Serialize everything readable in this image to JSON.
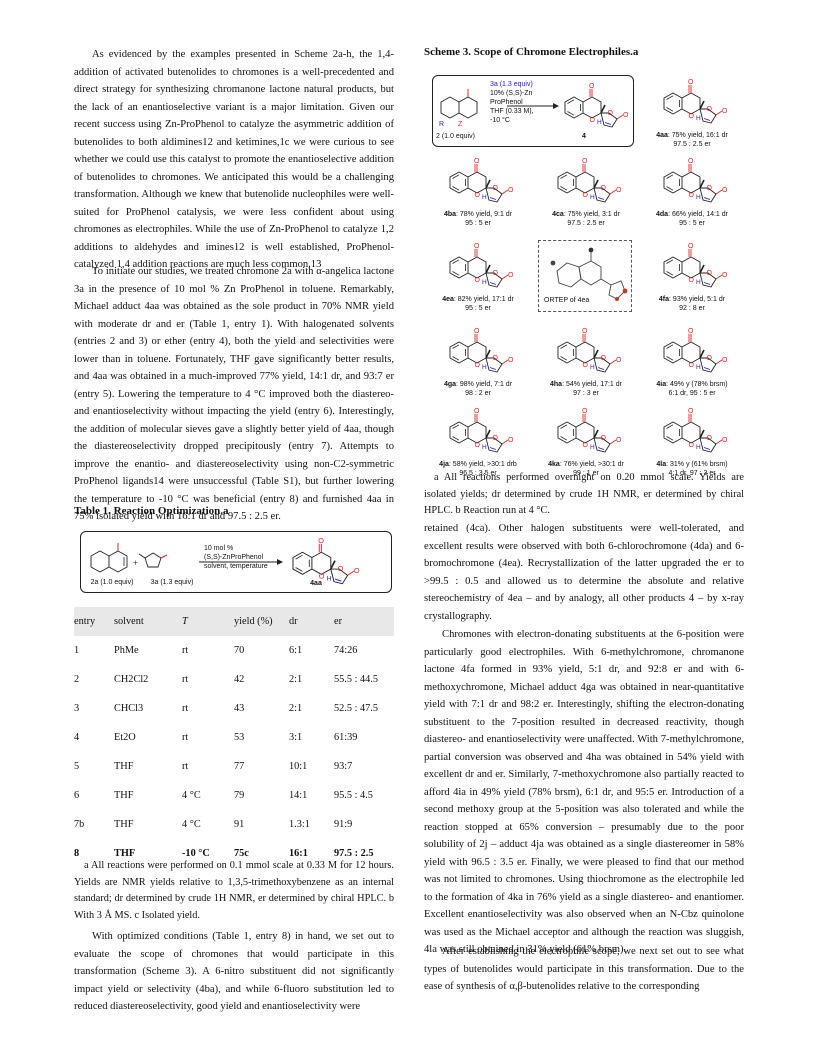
{
  "left_col": {
    "para1": "As evidenced by the examples presented in Scheme 2a-h, the 1,4-addition of activated butenolides to chromones is a well-precedented and direct strategy for synthesizing chromanone lactone natural products, but the lack of an enantioselective variant is a major limitation. Given our recent success using Zn-ProPhenol to catalyze the asymmetric addition of butenolides to both aldimines12 and ketimines,1c we were curious to see whether we could use this catalyst to promote the enantioselective addition of butenolides to chromones. We anticipated this would be a challenging transformation. Although we knew that butenolide nucleophiles were well-suited for ProPhenol catalysis, we were less confident about using chromones as electrophiles. While the use of Zn-ProPhenol to catalyze 1,2 additions to aldehydes and imines12 is well established, ProPhenol-catalyzed 1,4 addition reactions are much less common.13",
    "para2": "To initiate our studies, we treated chromone 2a with α-angelica lactone 3a in the presence of 10 mol % Zn ProPhenol in toluene. Remarkably, Michael adduct 4aa was obtained as the sole product in 70% NMR yield with moderate dr and er (Table 1, entry 1). With halogenated solvents (entries 2 and 3) or ether (entry 4), both the yield and selectivities were lower than in toluene. Fortunately, THF gave significantly better results, and 4aa was obtained in a much-improved 77% yield, 14:1 dr, and 93:7 er (entry 5). Lowering the temperature to 4 °C improved both the diastereo- and enantioselectivity without impacting the yield (entry 6). Interestingly, the addition of molecular sieves gave a slightly better yield of 4aa, though the diastereoselectivity dropped precipitously (entry 7). Attempts to improve the enantio- and diastereoselectivity using non-C2-symmetric ProPhenol ligands14 were unsuccessful (Table S1), but further lowering the temperature to -10 °C was beneficial (entry 8) and furnished 4aa in 75% isolated yield with 16:1 dr and 97.5 : 2.5 er.",
    "table_title": "Table 1. Reaction Optimization.a",
    "scheme_reagents": [
      "10 mol %",
      "(S,S)-ZnProPhenol",
      "solvent, temperature"
    ],
    "label_2a": "2a (1.0 equiv)",
    "label_3a": "3a (1.3 equiv)",
    "label_4aa": "4aa",
    "table_headers": [
      "entry",
      "solvent",
      "T",
      "yield (%)",
      "dr",
      "er"
    ],
    "table_rows": [
      [
        "1",
        "PhMe",
        "rt",
        "70",
        "6:1",
        "74:26"
      ],
      [
        "2",
        "CH2Cl2",
        "rt",
        "42",
        "2:1",
        "55.5 : 44.5"
      ],
      [
        "3",
        "CHCl3",
        "rt",
        "43",
        "2:1",
        "52.5 : 47.5"
      ],
      [
        "4",
        "Et2O",
        "rt",
        "53",
        "3:1",
        "61:39"
      ],
      [
        "5",
        "THF",
        "rt",
        "77",
        "10:1",
        "93:7"
      ],
      [
        "6",
        "THF",
        "4 °C",
        "79",
        "14:1",
        "95.5 : 4.5"
      ],
      [
        "7b",
        "THF",
        "4 °C",
        "91",
        "1.3:1",
        "91:9"
      ],
      [
        "8",
        "THF",
        "-10 °C",
        "75c",
        "16:1",
        "97.5 : 2.5"
      ]
    ],
    "table_footnote": "a All reactions were performed on 0.1 mmol scale at 0.33 M for 12 hours. Yields are NMR yields relative to 1,3,5-trimethoxybenzene as an internal standard; dr determined by crude 1H NMR, er determined by chiral HPLC. b With 3 Å MS. c Isolated yield.",
    "para3": "With optimized conditions (Table 1, entry 8) in hand, we set out to evaluate the scope of chromones that would participate in this transformation (Scheme 3). A 6-nitro substituent did not significantly impact yield or selectivity (4ba), and while 6-fluoro substitution led to reduced diastereoselectivity, good yield and enantioselectivity were"
  },
  "right_col": {
    "scheme_title": "Scheme 3. Scope of Chromone Electrophiles.a",
    "general_conditions": [
      "3a (1.3 equiv)",
      "10% (S,S)-Zn",
      "ProPhenol",
      "THF (0.33 M),",
      "-10 °C"
    ],
    "general_2": "2 (1.0 equiv)",
    "general_4": "4",
    "products": [
      {
        "id": "4aa",
        "text": "75% yield, 16:1 dr",
        "er": "97.5 : 2.5 er"
      },
      {
        "id": "4ba",
        "text": "78% yield, 9:1 dr",
        "er": "95 : 5 er"
      },
      {
        "id": "4ca",
        "text": "75% yield, 3:1 dr",
        "er": "97.5 : 2.5 er"
      },
      {
        "id": "4da",
        "text": "66% yield, 14:1 dr",
        "er": "95 : 5 er"
      },
      {
        "id": "4ea",
        "text": "82% yield, 17:1 dr",
        "er": "95 : 5 er"
      },
      {
        "id": "4fa",
        "text": "93% yield, 5:1 dr",
        "er": "92 : 8 er"
      },
      {
        "id": "4ga",
        "text": "98% yield, 7:1 dr",
        "er": "98 : 2 er"
      },
      {
        "id": "4ha",
        "text": "54% yield, 17:1 dr",
        "er": "97 : 3 er"
      },
      {
        "id": "4ia",
        "text": "49% y (78% brsm)",
        "er": "6:1 dr, 95 : 5 er"
      },
      {
        "id": "4ja",
        "text": "58% yield, >30:1 drb",
        "er": "96.5 : 3.5 er"
      },
      {
        "id": "4ka",
        "text": "76% yield, >30:1 dr",
        "er": "99 : 1 er"
      },
      {
        "id": "4la",
        "text": "31% y (61% brsm)",
        "er": "4:1 dr, 97 : 3 er"
      }
    ],
    "ortep_label": "ORTEP of 4ea",
    "scheme_footnote": "a All reactions performed overnight on 0.20 mmol scale. Yields are isolated yields; dr determined by crude 1H NMR, er determined by chiral HPLC. b Reaction run at 4 °C.",
    "para1": "retained (4ca). Other halogen substituents were well-tolerated, and excellent results were observed with both 6-chlorochromone (4da) and 6-bromochromone (4ea). Recrystallization of the latter upgraded the er to >99.5 : 0.5 and allowed us to determine the absolute and relative stereochemistry of 4ea – and by analogy, all other products 4 – by x-ray crystallography.",
    "para2": "Chromones with electron-donating substituents at the 6-position were particularly good electrophiles. With 6-methylchromone, chromanone lactone 4fa formed in 93% yield, 5:1 dr, and 92:8 er and with 6-methoxychromone, Michael adduct 4ga was obtained in near-quantitative yield with 7:1 dr and 98:2 er. Interestingly, shifting the electron-donating substituent to the 7-position resulted in decreased reactivity, though diastereo- and enantioselectivity were unaffected. With 7-methylchromone, partial conversion was observed and 4ha was obtained in 54% yield with excellent dr and er. Similarly, 7-methoxychromone also partially reacted to afford 4ia in 49% yield (78% brsm), 6:1 dr, and 95:5 er. Introduction of a second methoxy group at the 5-position was also tolerated and while the reaction stopped at 65% conversion – presumably due to the poor solubility of 2j – adduct 4ja was obtained as a single diastereomer in 58% yield with 96.5 : 3.5 er. Finally, we were pleased to find that our method was not limited to chromones. Using thiochromone as the electrophile led to the formation of 4ka in 76% yield as a single diastereo- and enantiomer. Excellent enantioselectivity was also observed when an N-Cbz quinolone was used as the Michael acceptor and although the reaction was sluggish, 4la was still obtained in 31% yield (61% brsm).",
    "para3": "After establishing the electrophile scope, we next set out to see what types of butenolides would participate in this transformation. Due to the ease of synthesis of α,β-butenolides relative to the corresponding"
  },
  "colors": {
    "oxygen": "#e8231d",
    "nitrogen": "#1b1bd8",
    "bond": "#222222",
    "ortep": "#555555"
  }
}
